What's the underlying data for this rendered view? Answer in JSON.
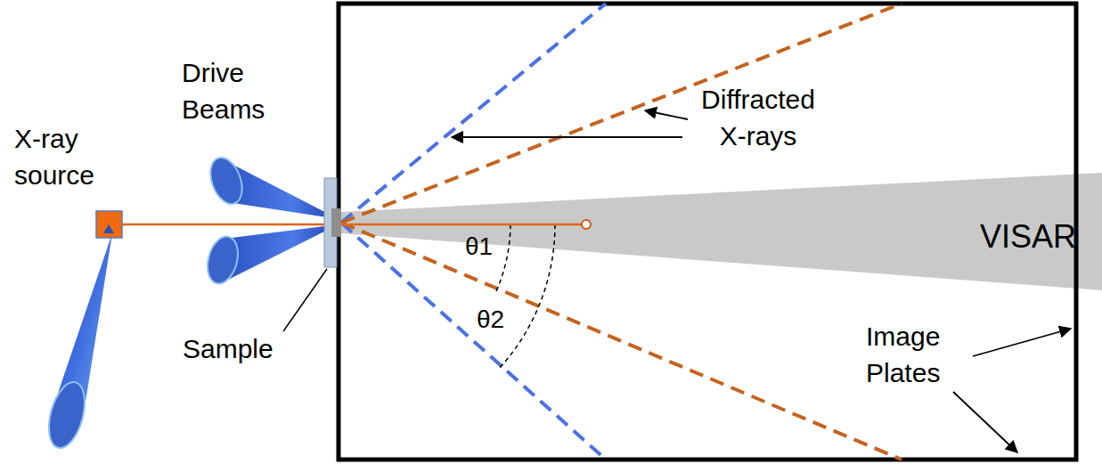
{
  "diagram": {
    "labels": [
      "X-ray source",
      "Drive Beams",
      "Sample",
      "Diffracted X-rays",
      "VISAR",
      "θ1",
      "θ2",
      "Image Plates"
    ]
  }
}
